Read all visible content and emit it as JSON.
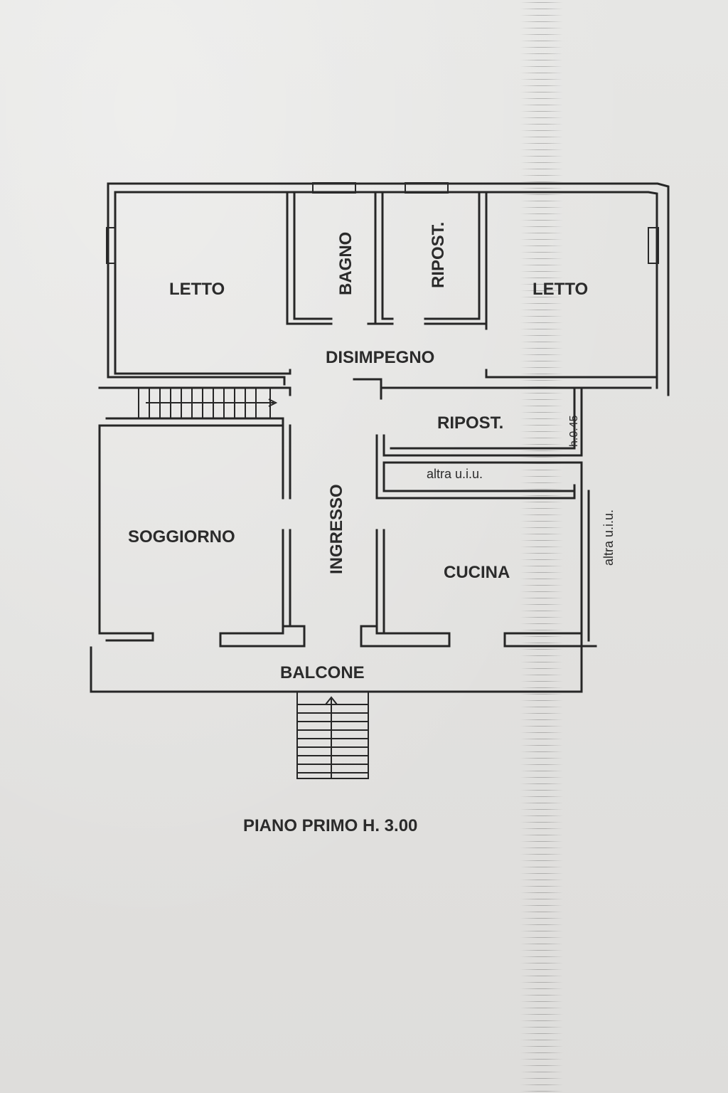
{
  "plan": {
    "rooms": {
      "letto_left": "LETTO",
      "bagno": "BAGNO",
      "ripost_top": "RIPOST.",
      "letto_right": "LETTO",
      "disimpegno": "DISIMPEGNO",
      "ripost_mid": "RIPOST.",
      "ripost_height": "h.0.45",
      "altra_uiu_h": "altra u.i.u.",
      "altra_uiu_v": "altra u.i.u.",
      "ingresso": "INGRESSO",
      "soggiorno": "SOGGIORNO",
      "cucina": "CUCINA",
      "balcone": "BALCONE"
    },
    "caption": "PIANO PRIMO H. 3.00"
  }
}
